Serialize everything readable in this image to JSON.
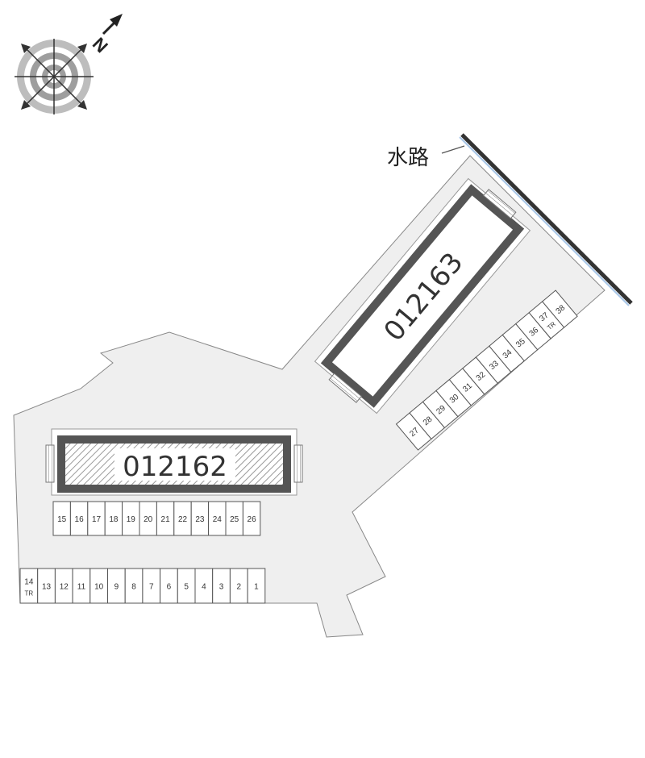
{
  "map": {
    "north_label": "N",
    "waterway_label": "水路",
    "buildings": [
      {
        "id": "012162",
        "label": "012162"
      },
      {
        "id": "012163",
        "label": "012163"
      }
    ],
    "parking_row_bottom": [
      "14",
      "13",
      "12",
      "11",
      "10",
      "9",
      "8",
      "7",
      "6",
      "5",
      "4",
      "3",
      "2",
      "1"
    ],
    "parking_row_bottom_sublabel": "TR",
    "parking_row_middle": [
      "15",
      "16",
      "17",
      "18",
      "19",
      "20",
      "21",
      "22",
      "23",
      "24",
      "25",
      "26"
    ],
    "parking_row_diagonal": [
      "27",
      "28",
      "29",
      "30",
      "31",
      "32",
      "33",
      "34",
      "35",
      "36",
      "37",
      "38"
    ],
    "parking_row_diagonal_sublabel": "TR",
    "colors": {
      "ground": "#efefef",
      "building_outline": "#555555",
      "waterway": "#4a6fa5"
    }
  }
}
